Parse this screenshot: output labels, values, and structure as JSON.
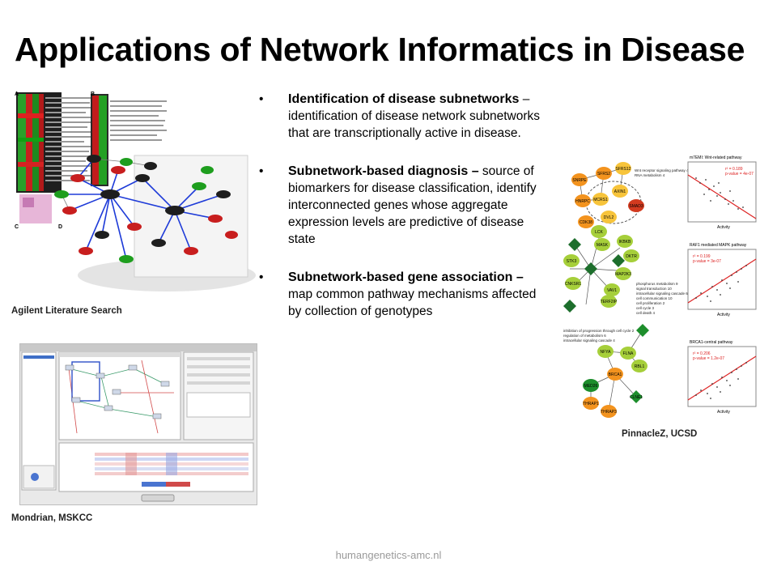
{
  "slide": {
    "title": "Applications of Network Informatics in Disease",
    "footer": "humangenetics-amc.nl"
  },
  "bullets": [
    {
      "head": "Identification of disease subnetworks",
      "body": " – identification of disease network subnetworks that are transcriptionally active in disease."
    },
    {
      "head": "Subnetwork-based diagnosis –",
      "body": " source of biomarkers for disease classification, identify interconnected genes whose aggregate expression levels are predictive of disease state"
    },
    {
      "head": "Subnetwork-based gene association –",
      "body": " map common pathway mechanisms affected by collection of genotypes"
    }
  ],
  "figures": {
    "agilent": {
      "caption": "Agilent Literature Search",
      "panel_labels": [
        "A",
        "B",
        "C",
        "D"
      ]
    },
    "mondrian": {
      "caption": "Mondrian, MSKCC"
    },
    "pinnaclez": {
      "caption": "PinnacleZ, UCSD",
      "plot_titles": [
        "m7EMI: Wnt-related pathway",
        "RAF1 mediated MAPK pathway",
        "BRCA1-central pathway"
      ],
      "stats": [
        {
          "r2": "r² = 0.189",
          "p": "p-value = 4e-07"
        },
        {
          "r2": "r² = 0.199",
          "p": "p-value = 3e-07"
        },
        {
          "r2": "r² = 0.206",
          "p": "p-value = 1.2e-07"
        }
      ],
      "axis_x": "Activity",
      "nodes_top": [
        "SFRS2",
        "SNRPE",
        "HNRPC",
        "CDK38",
        "SFRS12",
        "MCRS1",
        "AXIN1",
        "DVL2",
        "SMAD3"
      ],
      "nodes_mid": [
        "LCK",
        "MASK",
        "IKBKB",
        "DKTR",
        "STK3",
        "CNKSR1",
        "MAP2K3",
        "VAV1",
        "TERF2IP"
      ],
      "nodes_bot": [
        "NFYA",
        "FLNA",
        "RBL1",
        "BRCA1",
        "MED26",
        "THRAP1",
        "THRAP3",
        "CLNE1"
      ],
      "annotation_mid": [
        "Wnt receptor signaling pathway 4",
        "RNA metabolism 4",
        "phosphorus metabolism 9",
        "signal transduction 10",
        "intracellular signaling cascade 6",
        "cell communication 10",
        "cell proliferation 2",
        "cell cycle 3",
        "cell death 4"
      ],
      "annotation_bot": [
        "inhibition of progression through cell cycle 2",
        "regulation of metabolism 6",
        "intracellular signaling cascade 4"
      ]
    }
  }
}
